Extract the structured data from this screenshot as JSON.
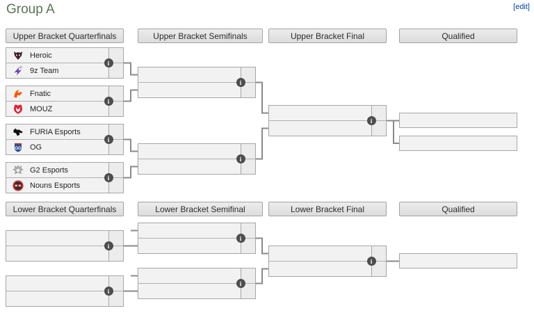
{
  "page": {
    "title": "Group A",
    "edit_label": "[edit]"
  },
  "colors": {
    "title_green": "#5a7455",
    "link_blue": "#0645ad",
    "box_background": "#f2f2f2",
    "box_border": "#a6a6a6",
    "header_background": "#e4e4e4",
    "connector_gray": "#8a8a8a",
    "info_icon_background": "#4d4d4d"
  },
  "info_icon": {
    "glyph": "i"
  },
  "upper_bracket": {
    "headers": [
      {
        "label": "Upper Bracket Quarterfinals"
      },
      {
        "label": "Upper Bracket Semifinals"
      },
      {
        "label": "Upper Bracket Final"
      },
      {
        "label": "Qualified"
      }
    ],
    "quarterfinals": [
      {
        "teams": [
          {
            "name": "Heroic",
            "icon": "heroic-logo",
            "score": ""
          },
          {
            "name": "9z Team",
            "icon": "9z-team-logo",
            "score": ""
          }
        ]
      },
      {
        "teams": [
          {
            "name": "Fnatic",
            "icon": "fnatic-logo",
            "score": ""
          },
          {
            "name": "MOUZ",
            "icon": "mouz-logo",
            "score": ""
          }
        ]
      },
      {
        "teams": [
          {
            "name": "FURIA Esports",
            "icon": "furia-logo",
            "score": ""
          },
          {
            "name": "OG",
            "icon": "og-logo",
            "score": ""
          }
        ]
      },
      {
        "teams": [
          {
            "name": "G2 Esports",
            "icon": "g2-logo",
            "score": ""
          },
          {
            "name": "Nouns Esports",
            "icon": "nouns-logo",
            "score": ""
          }
        ]
      }
    ],
    "semifinals": [
      {
        "teams": [
          {
            "name": "",
            "score": ""
          },
          {
            "name": "",
            "score": ""
          }
        ]
      },
      {
        "teams": [
          {
            "name": "",
            "score": ""
          },
          {
            "name": "",
            "score": ""
          }
        ]
      }
    ],
    "final": {
      "teams": [
        {
          "name": "",
          "score": ""
        },
        {
          "name": "",
          "score": ""
        }
      ]
    },
    "qualified_slots": [
      {
        "name": ""
      },
      {
        "name": ""
      }
    ]
  },
  "lower_bracket": {
    "headers": [
      {
        "label": "Lower Bracket Quarterfinals"
      },
      {
        "label": "Lower Bracket Semifinal"
      },
      {
        "label": "Lower Bracket Final"
      },
      {
        "label": "Qualified"
      }
    ],
    "quarterfinals": [
      {
        "teams": [
          {
            "name": "",
            "score": ""
          },
          {
            "name": "",
            "score": ""
          }
        ]
      },
      {
        "teams": [
          {
            "name": "",
            "score": ""
          },
          {
            "name": "",
            "score": ""
          }
        ]
      }
    ],
    "semifinals": [
      {
        "teams": [
          {
            "name": "",
            "score": ""
          },
          {
            "name": "",
            "score": ""
          }
        ]
      },
      {
        "teams": [
          {
            "name": "",
            "score": ""
          },
          {
            "name": "",
            "score": ""
          }
        ]
      }
    ],
    "final": {
      "teams": [
        {
          "name": "",
          "score": ""
        },
        {
          "name": "",
          "score": ""
        }
      ]
    },
    "qualified_slots": [
      {
        "name": ""
      }
    ]
  }
}
